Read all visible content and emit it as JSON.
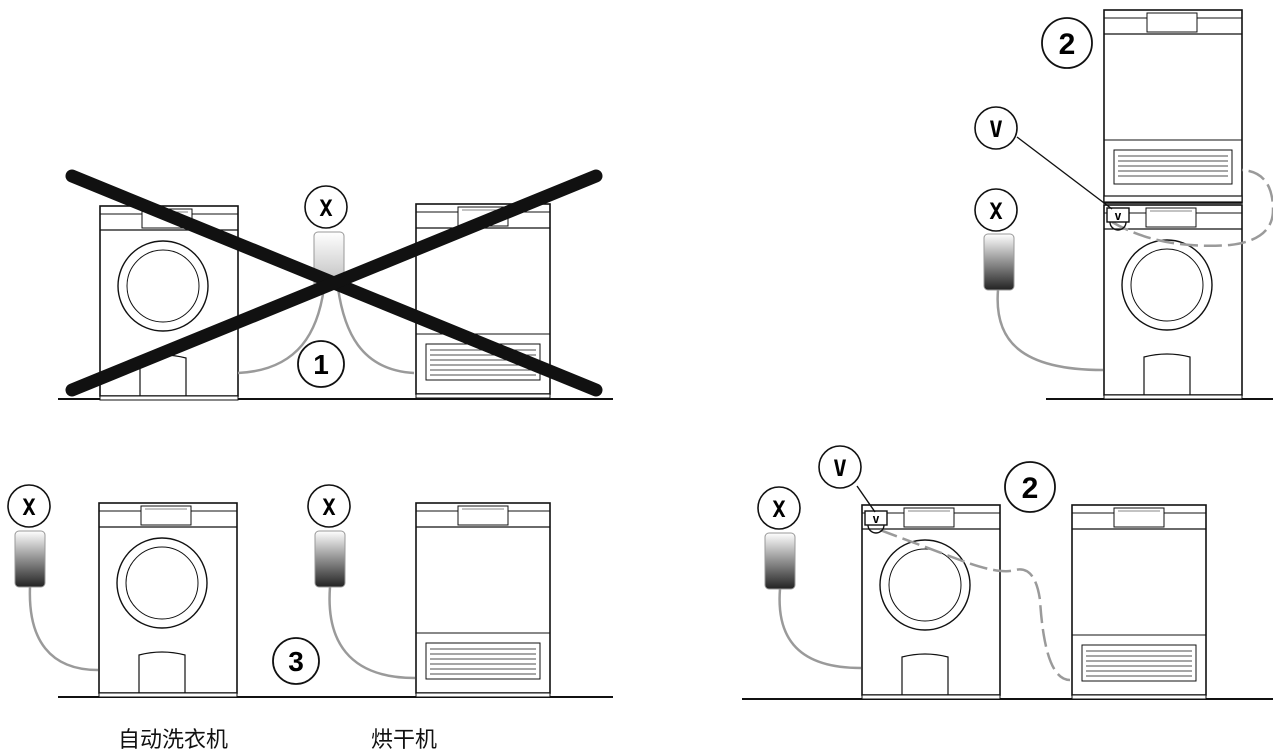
{
  "labels": {
    "socket": "X",
    "valve": "V",
    "step1": "1",
    "step2": "2",
    "step3": "3"
  },
  "captions": {
    "washer": "自动洗衣机",
    "dryer": "烘干机"
  },
  "colors": {
    "line": "#111111",
    "hose": "#9a9a9a",
    "cross": "#111111"
  }
}
